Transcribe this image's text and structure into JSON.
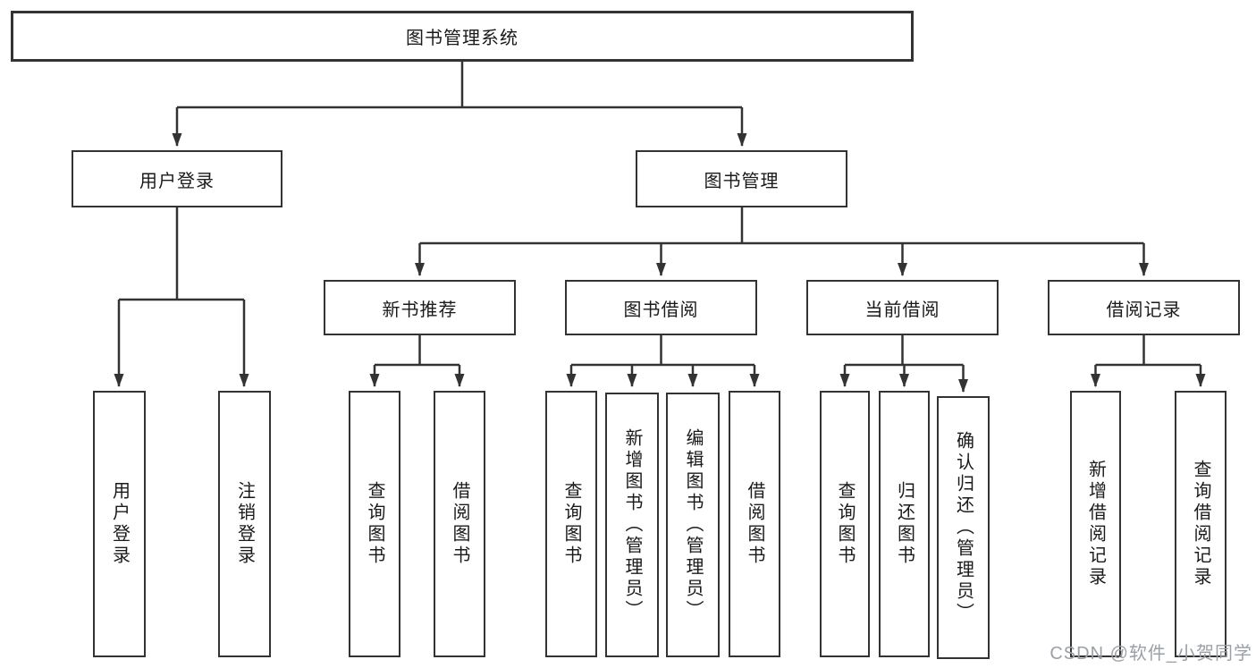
{
  "diagram": {
    "root": {
      "label": "图书管理系统"
    },
    "branches": [
      {
        "label": "用户登录",
        "leaves": [
          {
            "label": "用户登录"
          },
          {
            "label": "注销登录"
          }
        ]
      },
      {
        "label": "图书管理",
        "children": [
          {
            "label": "新书推荐",
            "leaves": [
              {
                "label": "查询图书"
              },
              {
                "label": "借阅图书"
              }
            ]
          },
          {
            "label": "图书借阅",
            "leaves": [
              {
                "label": "查询图书"
              },
              {
                "label": "新增图书（管理员）"
              },
              {
                "label": "编辑图书（管理员）"
              },
              {
                "label": "借阅图书"
              }
            ]
          },
          {
            "label": "当前借阅",
            "leaves": [
              {
                "label": "查询图书"
              },
              {
                "label": "归还图书"
              },
              {
                "label": "确认归还（管理员）"
              }
            ]
          },
          {
            "label": "借阅记录",
            "leaves": [
              {
                "label": "新增借阅记录"
              },
              {
                "label": "查询借阅记录"
              }
            ]
          }
        ]
      }
    ]
  },
  "colors": {
    "line": "#333333",
    "border": "#333333",
    "text": "#1a1a1a",
    "watermark": "#9aa0a6",
    "background": "#ffffff"
  },
  "watermark": {
    "text": "CSDN @软件_小贺同学"
  }
}
